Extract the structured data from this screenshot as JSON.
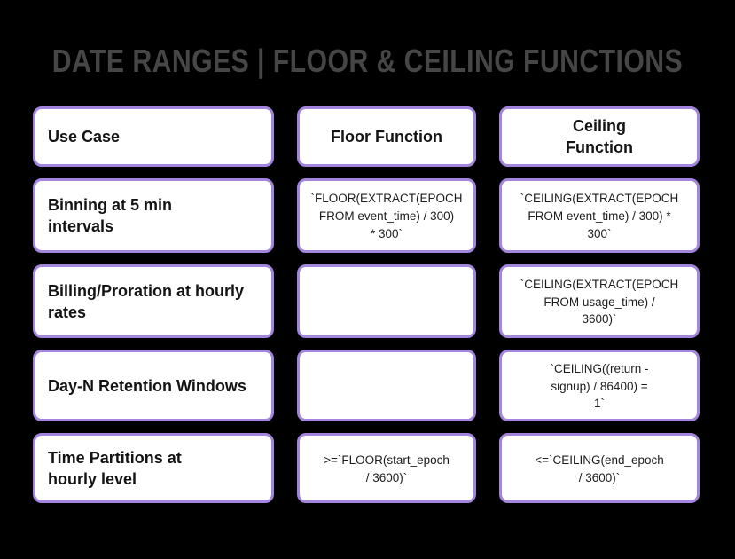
{
  "title": "DATE RANGES | FLOOR & CEILING FUNCTIONS",
  "colors": {
    "background": "#000000",
    "card_fill": "#ffffff",
    "card_border": "#a385dd",
    "title_text": "#464646",
    "label_text": "#141414",
    "code_text": "#1d1d1d"
  },
  "table": {
    "columns": [
      {
        "id": "use_case",
        "header": "Use Case"
      },
      {
        "id": "floor",
        "header": "Floor Function"
      },
      {
        "id": "ceiling",
        "header": "Ceiling\nFunction"
      }
    ],
    "rows": [
      {
        "use_case": "Binning at 5 min\nintervals",
        "floor": "`FLOOR(EXTRACT(EPOCH\nFROM event_time) / 300)\n* 300`",
        "ceiling": "`CEILING(EXTRACT(EPOCH\nFROM event_time) / 300) *\n300`"
      },
      {
        "use_case": "Billing/Proration at hourly\nrates",
        "floor": "",
        "ceiling": "`CEILING(EXTRACT(EPOCH\nFROM usage_time) /\n3600)`"
      },
      {
        "use_case": "Day-N Retention Windows",
        "floor": "",
        "ceiling": "`CEILING((return -\nsignup) / 86400) =\n1`"
      },
      {
        "use_case": "Time Partitions at\nhourly level",
        "floor": ">=`FLOOR(start_epoch\n/ 3600)`",
        "ceiling": "<=`CEILING(end_epoch\n/ 3600)`"
      }
    ]
  }
}
